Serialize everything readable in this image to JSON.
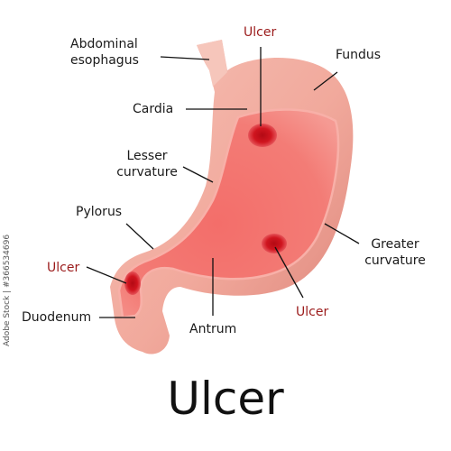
{
  "title": "Ulcer",
  "stock_id": "Adobe Stock | #366534696",
  "labels": {
    "abdominal_esophagus": [
      "Abdominal",
      "esophagus"
    ],
    "ulcer_top": "Ulcer",
    "fundus": "Fundus",
    "cardia": "Cardia",
    "lesser_curvature": [
      "Lesser",
      "curvature"
    ],
    "pylorus": "Pylorus",
    "greater_curvature": [
      "Greater",
      "curvature"
    ],
    "ulcer_left": "Ulcer",
    "duodenum": "Duodenum",
    "antrum": "Antrum",
    "ulcer_right": "Ulcer"
  },
  "colors": {
    "outer_wall": "#f1a99c",
    "outer_wall_shade": "#e28b80",
    "inner_lining": "#f37c76",
    "inner_highlight": "#f8a6a0",
    "ulcer": "#c8121c",
    "ulcer_text": "#9b1b1b",
    "leader_line": "#111111"
  }
}
